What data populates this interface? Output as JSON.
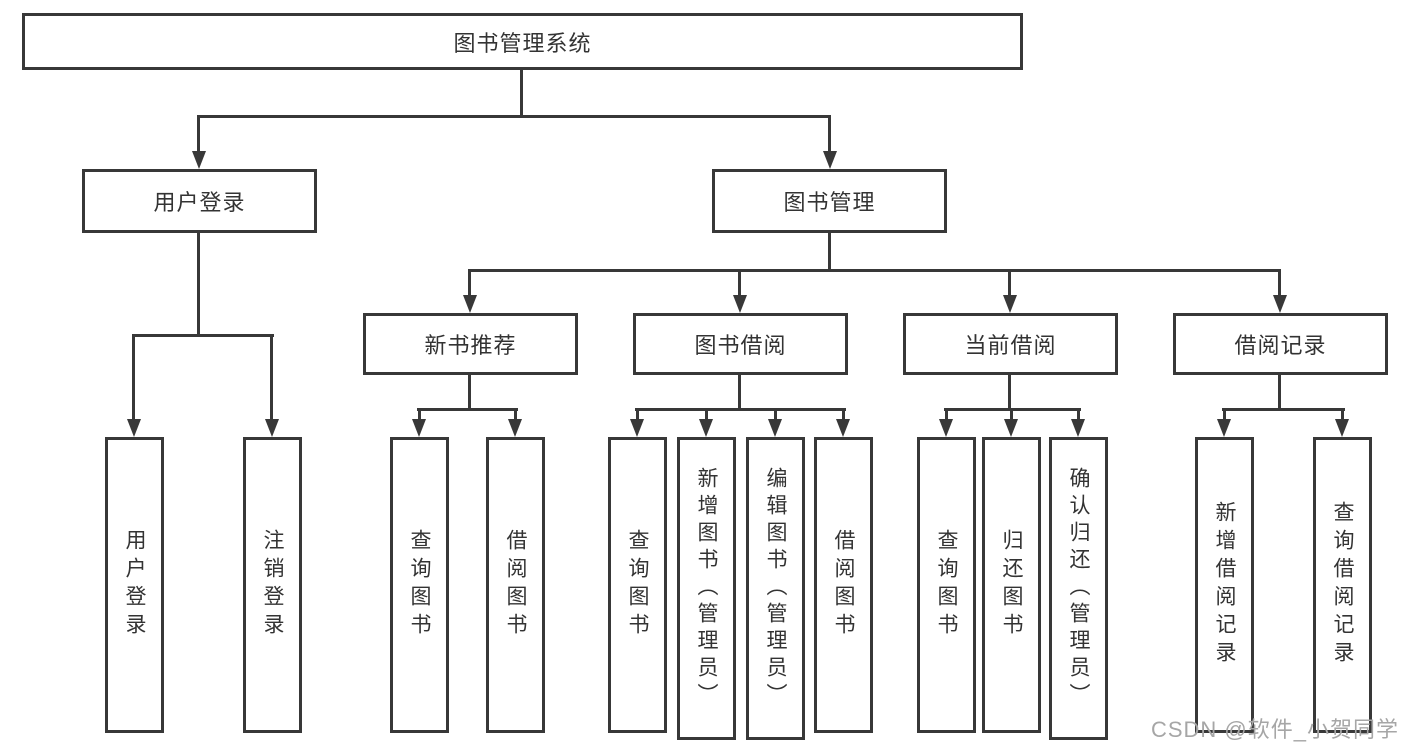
{
  "tree": {
    "label": "图书管理系统",
    "children": [
      {
        "label": "用户登录",
        "children": [
          {
            "label": "用户登录"
          },
          {
            "label": "注销登录"
          }
        ]
      },
      {
        "label": "图书管理",
        "children": [
          {
            "label": "新书推荐",
            "children": [
              {
                "label": "查询图书"
              },
              {
                "label": "借阅图书"
              }
            ]
          },
          {
            "label": "图书借阅",
            "children": [
              {
                "label": "查询图书"
              },
              {
                "label": "新增图书（管理员）"
              },
              {
                "label": "编辑图书（管理员）"
              },
              {
                "label": "借阅图书"
              }
            ]
          },
          {
            "label": "当前借阅",
            "children": [
              {
                "label": "查询图书"
              },
              {
                "label": "归还图书"
              },
              {
                "label": "确认归还（管理员）"
              }
            ]
          },
          {
            "label": "借阅记录",
            "children": [
              {
                "label": "新增借阅记录"
              },
              {
                "label": "查询借阅记录"
              }
            ]
          }
        ]
      }
    ]
  },
  "watermark": {
    "text": "CSDN @软件_小贺同学"
  },
  "colors": {
    "line": "#383838",
    "text": "#333333",
    "background": "#ffffff",
    "watermark": "#a6a6a6"
  }
}
